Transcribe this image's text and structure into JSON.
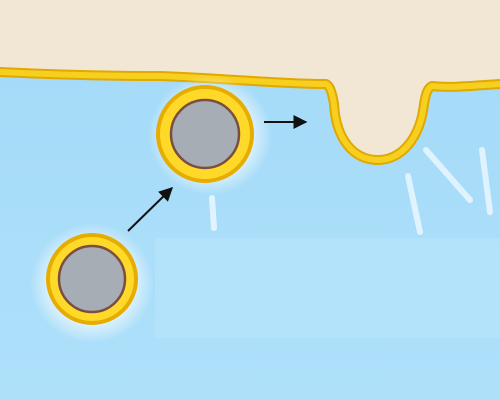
{
  "diagram": {
    "type": "vesicle-exocytosis-illustration",
    "stages": [
      {
        "name": "vesicle",
        "description_visible": false
      },
      {
        "name": "docked-vesicle",
        "description_visible": false
      },
      {
        "name": "fused-vesicle-open-pocket",
        "description_visible": false
      }
    ],
    "arrows": [
      {
        "from": "vesicle",
        "to": "docked-vesicle"
      },
      {
        "from": "docked-vesicle",
        "to": "fused-vesicle-open-pocket"
      }
    ]
  },
  "colors": {
    "outside_space": "#f2e7d4",
    "cytoplasm": "#a9dcf8",
    "cytoplasm_light": "#cdeeff",
    "membrane": "#f6cf1f",
    "membrane_dark": "#e1a800",
    "vesicle_content": "#a7adb5",
    "vesicle_rim": "#7a4f3f",
    "arrow": "#111111",
    "highlight": "#ffffff"
  }
}
